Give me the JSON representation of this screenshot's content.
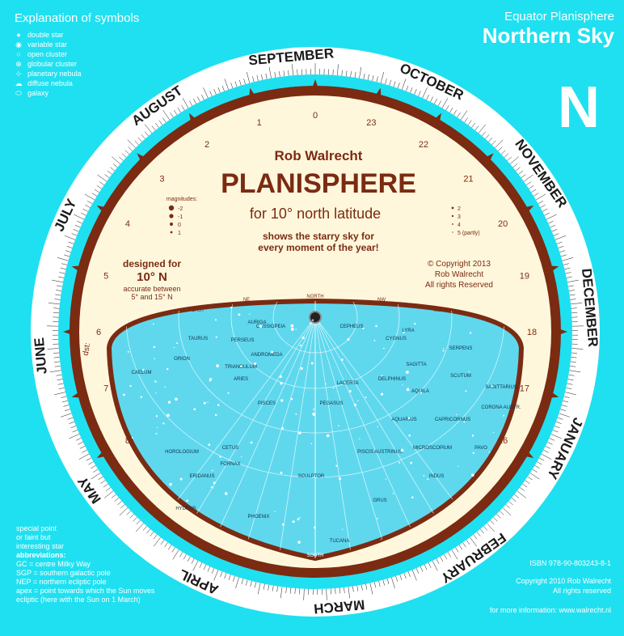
{
  "legend": {
    "title": "Explanation of symbols",
    "items": [
      {
        "symbol": "●",
        "label": "double star"
      },
      {
        "symbol": "◉",
        "label": "variable star"
      },
      {
        "symbol": "○",
        "label": "open cluster"
      },
      {
        "symbol": "⊕",
        "label": "globular cluster"
      },
      {
        "symbol": "⊹",
        "label": "planetary nebula"
      },
      {
        "symbol": "☁",
        "label": "diffuse nebula"
      },
      {
        "symbol": "⬭",
        "label": "galaxy"
      }
    ]
  },
  "header": {
    "subtitle": "Equator Planisphere",
    "title": "Northern Sky",
    "letter": "N"
  },
  "disc": {
    "author": "Rob Walrecht",
    "title": "PLANISPHERE",
    "latitude": "for 10° north latitude",
    "tagline1": "shows the starry sky for",
    "tagline2": "every moment of the year!",
    "designed1": "designed for",
    "designed2": "10° N",
    "accurate1": "accurate between",
    "accurate2": "5° and 15° N",
    "copyright1": "© Copyright 2013",
    "copyright2": "Rob Walrecht",
    "copyright3": "All rights Reserved",
    "mag_title": "magnitudes:",
    "mags_left": [
      "-2",
      "-1",
      "0",
      "1"
    ],
    "mags_right": [
      "2",
      "3",
      "4",
      "5 (partly)"
    ],
    "dst": "dst:",
    "north": "NORTH",
    "south": "SOUTH",
    "east": "EAST",
    "west": "WEST",
    "ne": "NE",
    "nw": "NW",
    "months": [
      "SEPTEMBER",
      "OCTOBER",
      "NOVEMBER",
      "DECEMBER",
      "JANUARY",
      "FEBRUARY",
      "MARCH",
      "APRIL",
      "MAY",
      "JUNE",
      "JULY",
      "AUGUST"
    ],
    "hours": [
      "0",
      "23",
      "22",
      "21",
      "20",
      "19",
      "18",
      "17",
      "16",
      "1",
      "2",
      "3",
      "4",
      "5",
      "6",
      "7",
      "8"
    ],
    "constellations": [
      "AURIGA",
      "CASSIOPEIA",
      "CEPHEUS",
      "ANDROMEDA",
      "PERSEUS",
      "TRIANGULUM",
      "ARIES",
      "TAURUS",
      "ORION",
      "PISCES",
      "PEGASUS",
      "LACERTA",
      "CYGNUS",
      "LYRA",
      "DELPHINUS",
      "SAGITTA",
      "AQUILA",
      "SERPENS",
      "SCUTUM",
      "CAPRICORNUS",
      "AQUARIUS",
      "CETUS",
      "ERIDANUS",
      "FORNAX",
      "HOROLOGIUM",
      "SCULPTOR",
      "PHOENIX",
      "GRUS",
      "TUCANA",
      "HYDRUS",
      "MICROSCOPIUM",
      "INDUS",
      "PAVO",
      "SAGITTARIUS",
      "CORONA AUSTR.",
      "PISCIS AUSTRINUS",
      "CAELUM"
    ]
  },
  "footer_left": {
    "lines": [
      "special point",
      "or faint but",
      "interesting star"
    ],
    "abbr_title": "abbreviations:",
    "abbr": [
      "GC = centre Milky Way",
      "SGP = southern galactic pole",
      "NEP = northern ecliptic pole",
      "apex = point towards which the Sun moves"
    ],
    "ecliptic": "ecliptic (here with the Sun on 1 March)"
  },
  "footer_right": {
    "isbn": "ISBN 978-90-803243-8-1",
    "copy1": "Copyright 2010 Rob Walrecht",
    "copy2": "All rights reserved",
    "info": "for more information: www.walrecht.nl"
  },
  "colors": {
    "background": "#1fe0f0",
    "ring": "#ffffff",
    "inner_disc": "#fff7dc",
    "brown": "#7a2b12",
    "sky": "#5fd8ee"
  }
}
